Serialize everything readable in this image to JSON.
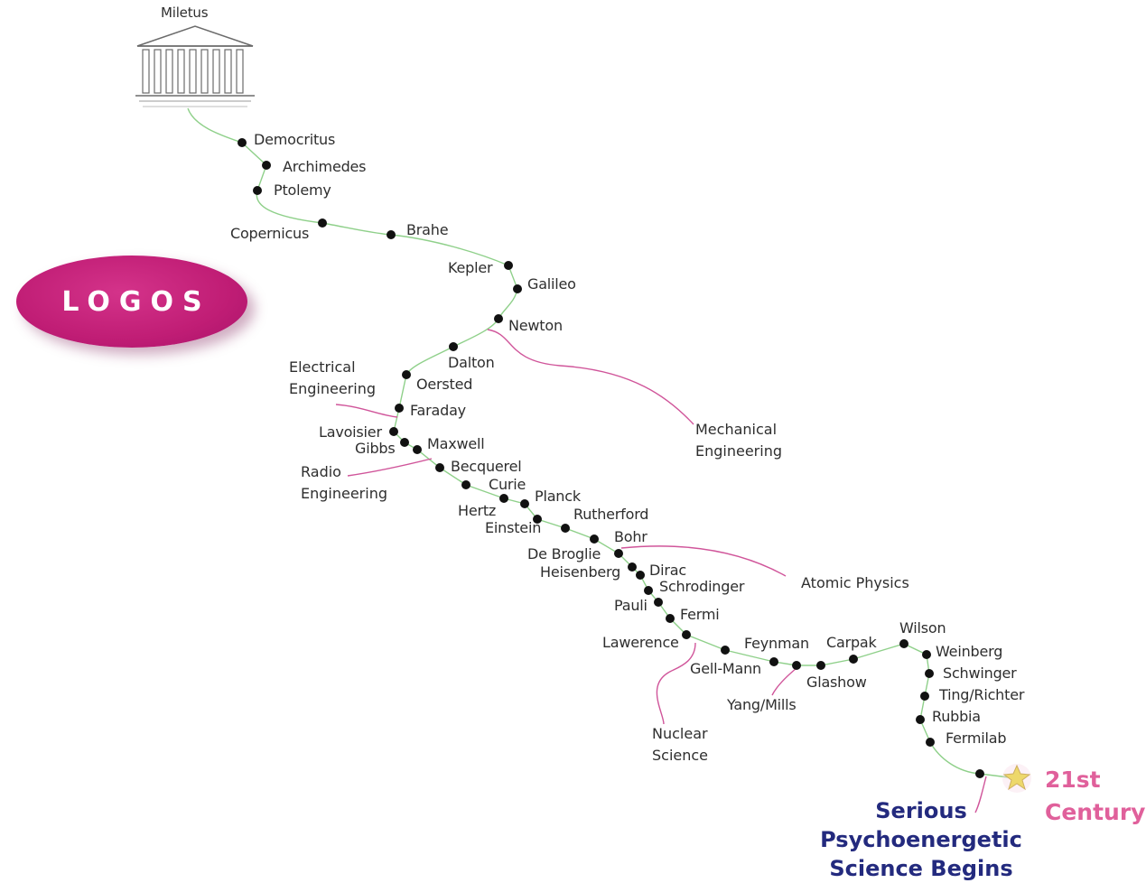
{
  "origin": {
    "label": "Miletus",
    "icon": "greek-temple-icon"
  },
  "logo": {
    "text": "LOGOS",
    "color": "#c01d75"
  },
  "colors": {
    "timeline": "#8fd08a",
    "branch": "#d0559a",
    "dot": "#111111",
    "century": "#e0609b",
    "serious": "#232a7e",
    "star": "#e9d92a"
  },
  "scientists": [
    "Democritus",
    "Archimedes",
    "Ptolemy",
    "Copernicus",
    "Brahe",
    "Kepler",
    "Galileo",
    "Newton",
    "Dalton",
    "Oersted",
    "Faraday",
    "Lavoisier",
    "Gibbs",
    "Maxwell",
    "Becquerel",
    "Curie",
    "Planck",
    "Hertz",
    "Einstein",
    "Rutherford",
    "Bohr",
    "De Broglie",
    "Heisenberg",
    "Dirac",
    "Schrodinger",
    "Pauli",
    "Fermi",
    "Lawerence",
    "Feynman",
    "Gell-Mann",
    "Carpak",
    "Glashow",
    "Yang/Mills",
    "Wilson",
    "Weinberg",
    "Schwinger",
    "Ting/Richter",
    "Rubbia",
    "Fermilab"
  ],
  "branches": {
    "electrical": "Electrical Engineering",
    "radio": "Radio Engineering",
    "mechanical": "Mechanical Engineering",
    "atomic": "Atomic Physics",
    "nuclear": "Nuclear Science"
  },
  "endpoint": {
    "century": "21st Century",
    "serious": "Serious Psychoenergetic Science Begins"
  }
}
